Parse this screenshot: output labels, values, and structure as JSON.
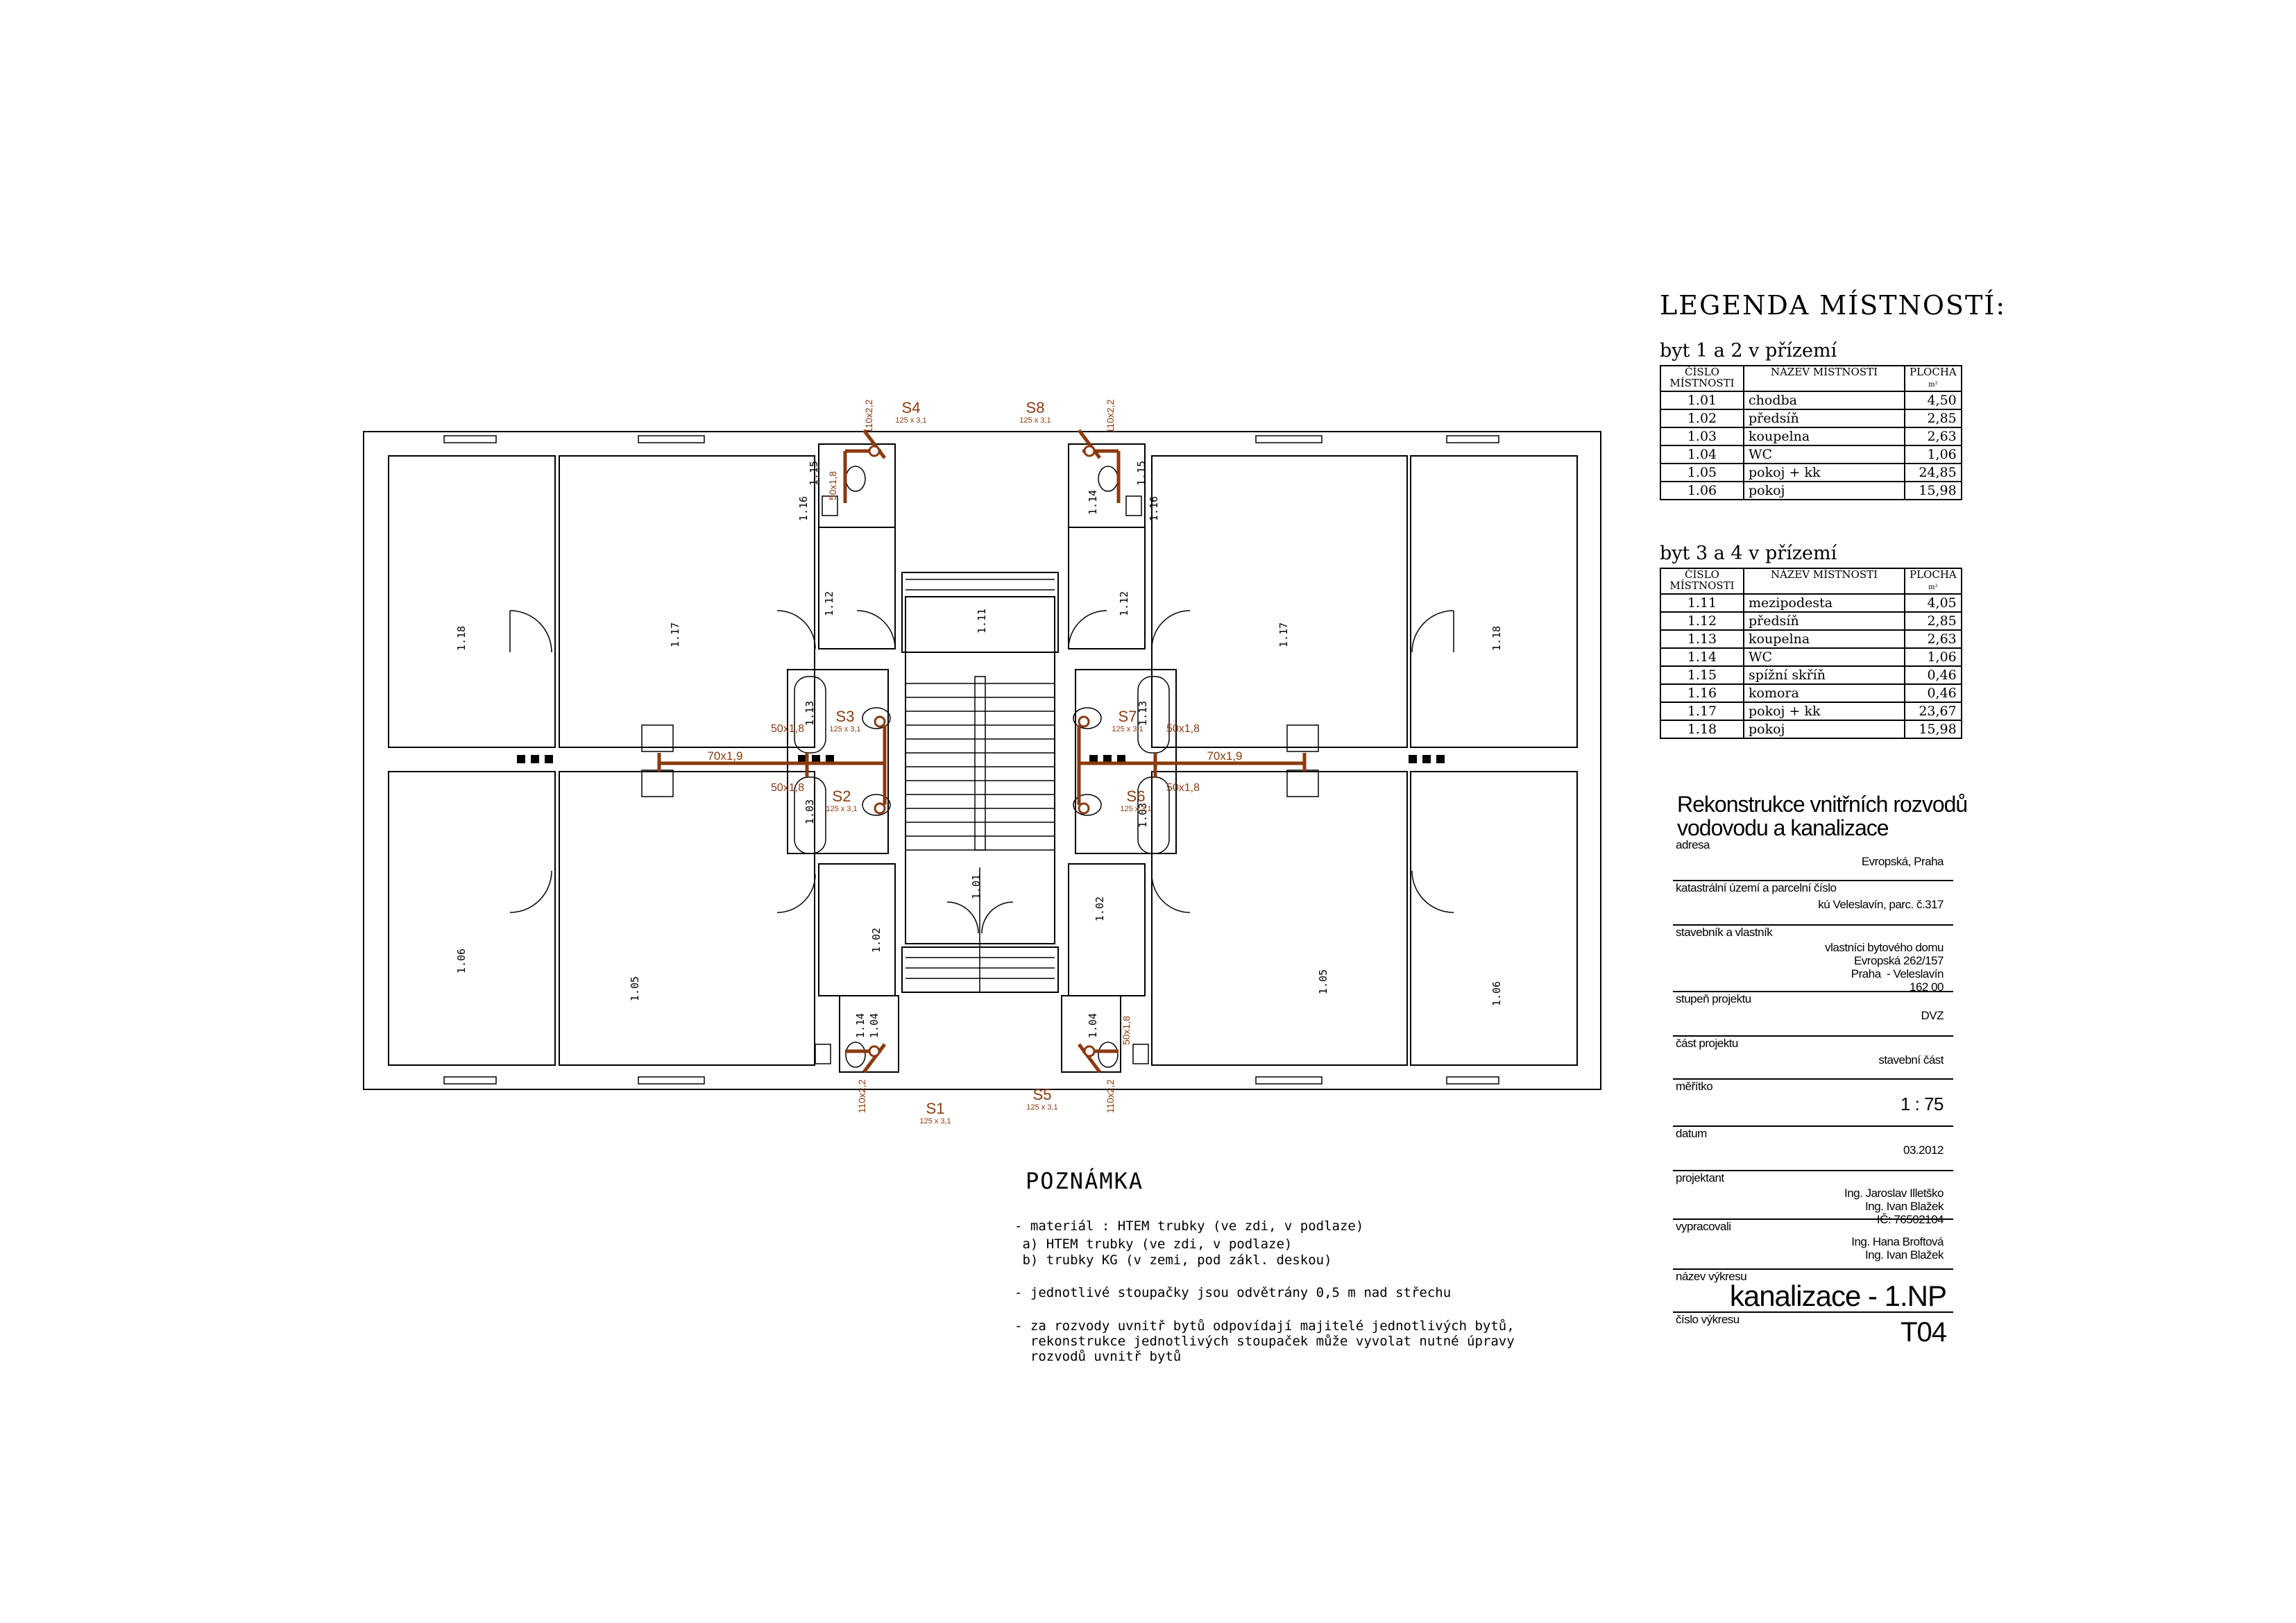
{
  "legend": {
    "title": "LEGENDA MÍSTNOSTÍ:",
    "headers": {
      "number": "ČÍSLO MÍSTNOSTI",
      "name": "NÁZEV MÍSTNOSTI",
      "area": "PLOCHA",
      "area_unit": "m²"
    },
    "groups": [
      {
        "title": "byt 1 a 2 v přízemí",
        "rows": [
          {
            "number": "1.01",
            "name": "chodba",
            "area": "4,50"
          },
          {
            "number": "1.02",
            "name": "předsíň",
            "area": "2,85"
          },
          {
            "number": "1.03",
            "name": "koupelna",
            "area": "2,63"
          },
          {
            "number": "1.04",
            "name": "WC",
            "area": "1,06"
          },
          {
            "number": "1.05",
            "name": "pokoj + kk",
            "area": "24,85"
          },
          {
            "number": "1.06",
            "name": "pokoj",
            "area": "15,98"
          }
        ]
      },
      {
        "title": "byt 3 a 4 v přízemí",
        "rows": [
          {
            "number": "1.11",
            "name": "mezipodesta",
            "area": "4,05"
          },
          {
            "number": "1.12",
            "name": "předsíň",
            "area": "2,85"
          },
          {
            "number": "1.13",
            "name": "koupelna",
            "area": "2,63"
          },
          {
            "number": "1.14",
            "name": "WC",
            "area": "1,06"
          },
          {
            "number": "1.15",
            "name": "spížní skříň",
            "area": "0,46"
          },
          {
            "number": "1.16",
            "name": "komora",
            "area": "0,46"
          },
          {
            "number": "1.17",
            "name": "pokoj + kk",
            "area": "23,67"
          },
          {
            "number": "1.18",
            "name": "pokoj",
            "area": "15,98"
          }
        ]
      }
    ]
  },
  "titleblock": {
    "project_title": "Rekonstrukce vnitřních rozvodů vodovodu a kanalizace",
    "rows": [
      {
        "label": "adresa",
        "value": "Evropská, Praha"
      },
      {
        "label": "katastrální území a parcelní číslo",
        "value": "kú Veleslavín, parc. č.317"
      },
      {
        "label": "stavebník a vlastník",
        "value": "vlastníci bytového domu\nEvropská 262/157\nPraha  - Veleslavín\n162 00"
      },
      {
        "label": "stupeň projektu",
        "value": "DVZ"
      },
      {
        "label": "část projektu",
        "value": "stavební část"
      },
      {
        "label": "měřítko",
        "value": "1 : 75"
      },
      {
        "label": "datum",
        "value": "03.2012"
      },
      {
        "label": "projektant",
        "value": "Ing. Jaroslav Illetško\nIng. Ivan Blažek\nIČ: 76502104"
      },
      {
        "label": "vypracovali",
        "value": "Ing. Hana Broftová\nIng. Ivan Blažek"
      }
    ],
    "drawing_name_label": "název výkresu",
    "drawing_name": "kanalizace - 1.NP",
    "drawing_no_label": "číslo výkresu",
    "drawing_no": "T04"
  },
  "note": {
    "title": "POZNÁMKA",
    "lines": [
      "- materiál : HTEM trubky (ve zdi, v podlaze)",
      " a) HTEM trubky (ve zdi, v podlaze)",
      " b) trubky KG (v zemi, pod zákl. deskou)",
      "- jednotlivé stoupačky jsou odvětrány 0,5 m nad střechu",
      "- za rozvody uvnitř bytů odpovídají majitelé jednotlivých bytů,",
      "  rekonstrukce jednotlivých stoupaček může vyvolat nutné úpravy",
      "  rozvodů uvnitř bytů"
    ]
  },
  "plan": {
    "pipe_color": "#8b3a0e",
    "room_labels": [
      "1.18",
      "1.17",
      "1.11",
      "1.17",
      "1.18",
      "1.12",
      "1.12",
      "1.13",
      "1.13",
      "1.15",
      "1.16",
      "1.14",
      "1.14",
      "1.15",
      "1.16",
      "1.03",
      "1.03",
      "1.01",
      "1.02",
      "1.02",
      "1.04",
      "1.04",
      "1.06",
      "1.05",
      "1.05",
      "1.06"
    ],
    "stacks": [
      {
        "name": "S1",
        "dn": "125 x 3,1"
      },
      {
        "name": "S2",
        "dn": "125 x 3,1"
      },
      {
        "name": "S3",
        "dn": "125 x 3,1"
      },
      {
        "name": "S4",
        "dn": "125 x 3,1"
      },
      {
        "name": "S5",
        "dn": "125 x 3,1"
      },
      {
        "name": "S6",
        "dn": "125 x 3,1"
      },
      {
        "name": "S7",
        "dn": "125 x 3,1"
      },
      {
        "name": "S8",
        "dn": "125 x 3,1"
      }
    ],
    "pipe_sizes": {
      "p110": "110x2,2",
      "p70": "70x1,9",
      "p50": "50x1,8"
    }
  }
}
